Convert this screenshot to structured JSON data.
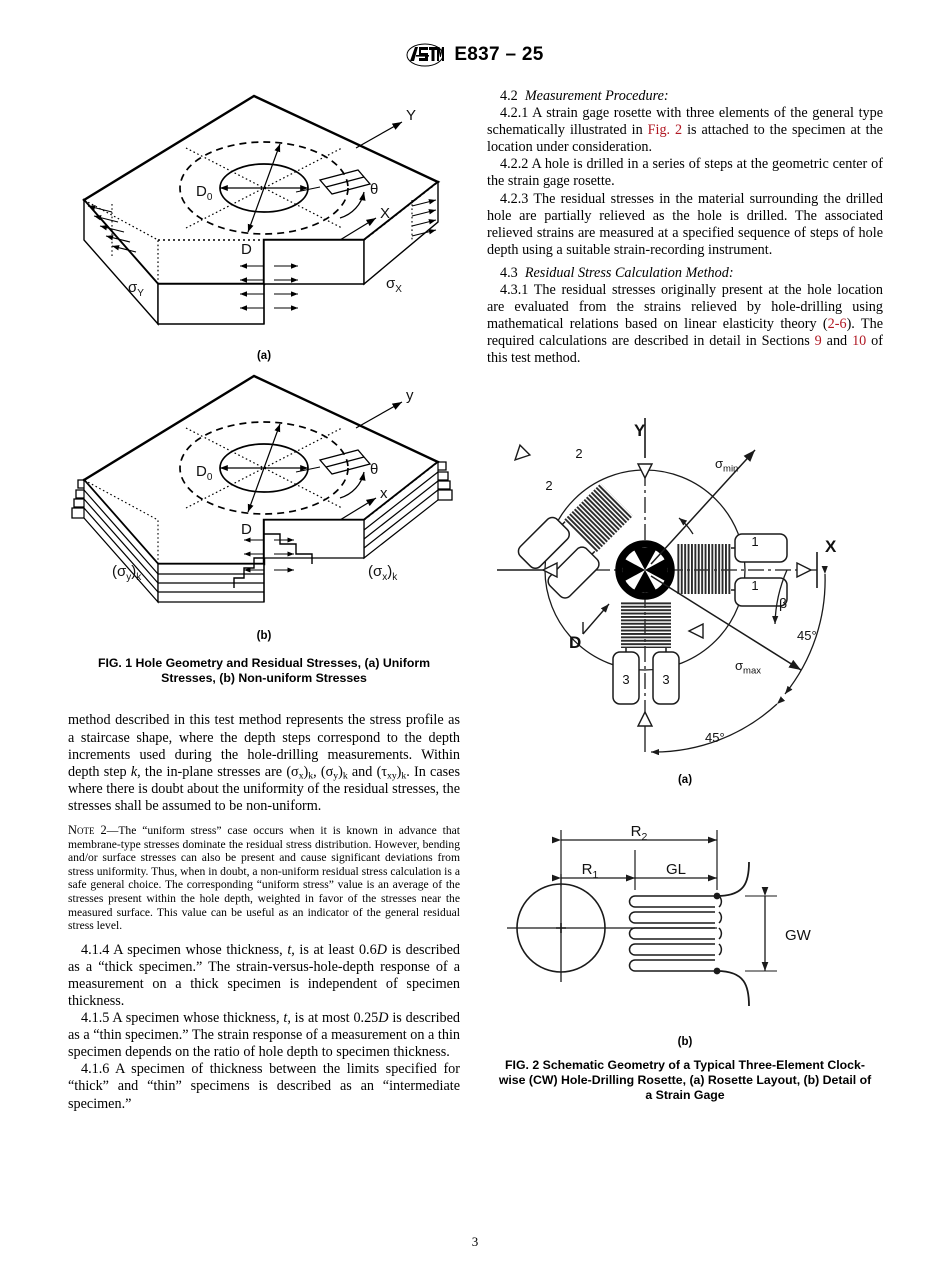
{
  "header": {
    "logo_icon": "astm-logo-icon",
    "title": "E837 – 25"
  },
  "page_number": "3",
  "colors": {
    "xref_red": "#B01722",
    "ink": "#000000",
    "paper": "#ffffff"
  },
  "left_column": {
    "figure1": {
      "name": "FIG. 1",
      "panel_a_label": "(a)",
      "panel_b_label": "(b)",
      "caption_line1": "FIG. 1  Hole Geometry and Residual Stresses, (a) Uniform",
      "caption_line2": "Stresses, (b) Non-uniform Stresses",
      "panel_a_labels": {
        "axis_y": "Y",
        "axis_x": "X",
        "hole_dia": "D",
        "hole_dia_0": "D",
        "hole_dia_0_sub": "0",
        "angle": "θ",
        "stress_y": "σ",
        "stress_y_sub": "Y",
        "stress_x": "σ",
        "stress_x_sub": "X"
      },
      "panel_b_labels": {
        "axis_y": "y",
        "axis_x": "x",
        "hole_dia": "D",
        "hole_dia_0": "D",
        "hole_dia_0_sub": "0",
        "angle": "θ",
        "stress_y": "(σ",
        "stress_y_sub": "y",
        "stress_y_tail": ")",
        "stress_y_k": "k",
        "stress_x": "(σ",
        "stress_x_sub": "x",
        "stress_x_tail": ")",
        "stress_x_k": "k"
      }
    },
    "paragraphs": {
      "p_continued": "method described in this test method represents the stress profile as a staircase shape, where the depth steps correspond to the depth increments used during the hole-drilling measurements. Within depth step ",
      "p_continued_k": "k",
      "p_continued_b": ", the in-plane stresses are (σ",
      "p_continued_c": ")",
      "p_continued_d": ", (σ",
      "p_continued_e": " and (τ",
      "p_continued_f": ". In cases where there is doubt about the uniformity of the residual stresses, the stresses shall be assumed to be non-uniform.",
      "note2_label": "Note 2",
      "note2_text": "—The “uniform stress” case occurs when it is known in advance that membrane-type stresses dominate the residual stress distribution. However, bending and/or surface stresses can also be present and cause significant deviations from stress uniformity. Thus, when in doubt, a non-uniform residual stress calculation is a safe general choice. The corresponding “uniform stress” value is an average of the stresses present within the hole depth, weighted in favor of the stresses near the measured surface. This value can be useful as an indicator of the general residual stress level.",
      "s414_num": "4.1.4",
      "s414_a": "  A specimen whose thickness, ",
      "s414_t": "t",
      "s414_b": ", is at least 0.6",
      "s414_D": "D",
      "s414_c": " is described as a “thick specimen.” The strain-versus-hole-depth response of a measurement on a thick specimen is independent of specimen thickness.",
      "s415_num": "4.1.5",
      "s415_a": "  A specimen whose thickness, ",
      "s415_t": "t",
      "s415_b": ", is at most 0.25",
      "s415_D": "D",
      "s415_c": " is described as a “thin specimen.” The strain response of a measurement on a thin specimen depends on the ratio of hole depth to specimen thickness.",
      "s416_num": "4.1.6",
      "s416_text": "  A specimen of thickness between the limits specified for “thick” and “thin” specimens is described as an “intermediate specimen.”"
    }
  },
  "right_column": {
    "s42_num": "4.2",
    "s42_title": "Measurement Procedure:",
    "s421_num": "4.2.1",
    "s421_a": "  A strain gage rosette with three elements of the general type schematically illustrated in ",
    "s421_xref": "Fig. 2",
    "s421_b": " is attached to the specimen at the location under consideration.",
    "s422_num": "4.2.2",
    "s422_text": "  A hole is drilled in a series of steps at the geometric center of the strain gage rosette.",
    "s423_num": "4.2.3",
    "s423_text": "  The residual stresses in the material surrounding the drilled hole are partially relieved as the hole is drilled. The associated relieved strains are measured at a specified sequence of steps of hole depth using a suitable strain-recording instrument.",
    "s43_num": "4.3",
    "s43_title": "Residual Stress Calculation Method:",
    "s431_num": "4.3.1",
    "s431_a": "  The residual stresses originally present at the hole location are evaluated from the strains relieved by hole-drilling using mathematical relations based on linear elasticity theory (",
    "s431_xref1": "2-6",
    "s431_b": "). The required calculations are described in detail in Sections ",
    "s431_xref2": "9",
    "s431_c": " and ",
    "s431_xref3": "10",
    "s431_d": " of this test method.",
    "figure2": {
      "name": "FIG. 2",
      "panel_a_label": "(a)",
      "panel_b_label": "(b)",
      "caption_line1": "FIG. 2  Schematic Geometry of a Typical Three-Element Clock-",
      "caption_line2": "wise (CW) Hole-Drilling Rosette, (a) Rosette Layout, (b) Detail of",
      "caption_line3": "a Strain Gage",
      "panel_a_labels": {
        "axis_y": "Y",
        "axis_x": "X",
        "hole_label": "D",
        "gage1": "1",
        "gage1b": "1",
        "gage2": "2",
        "gage2b": "2",
        "gage3": "3",
        "gage3b": "3",
        "sigma_min": "σ",
        "sigma_min_sub": "min",
        "sigma_max": "σ",
        "sigma_max_sub": "max",
        "beta": "β",
        "angle1": "45°",
        "angle2": "45°"
      },
      "panel_b_labels": {
        "r2": "R",
        "r2_sub": "2",
        "r1": "R",
        "r1_sub": "1",
        "gl": "GL",
        "gw": "GW"
      }
    }
  }
}
